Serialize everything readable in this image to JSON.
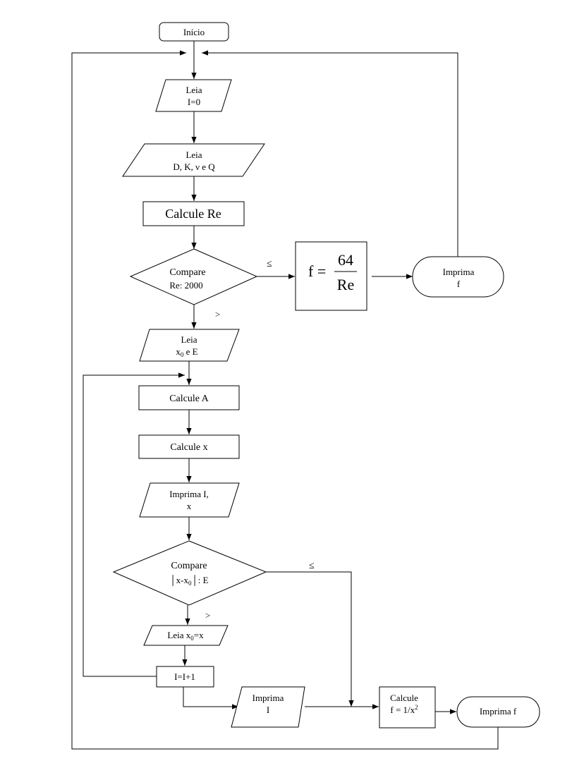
{
  "nodes": {
    "start": "Início",
    "read_i": [
      "Leia",
      "I=0"
    ],
    "read_params": [
      "Leia",
      "D, K, ν e Q"
    ],
    "calc_re": "Calcule Re",
    "compare_re": [
      "Compare",
      "Re: 2000"
    ],
    "laminar_lhs": "f =",
    "laminar_num": "64",
    "laminar_den": "Re",
    "print_f_top": [
      "Imprima",
      "f"
    ],
    "read_x0": {
      "line1": "Leia",
      "x": "x",
      "sub": "0",
      "rest": " e E"
    },
    "calc_a": "Calcule A",
    "calc_x": "Calcule x",
    "print_ix": [
      "Imprima I,",
      "x"
    ],
    "compare_x": {
      "line1": "Compare",
      "pre": "│x-x",
      "sub": "0",
      "post": "│: E"
    },
    "assign_x0": {
      "pre": "Leia x",
      "sub": "0",
      "post": "=x"
    },
    "increment": "I=I+1",
    "print_i": [
      "Imprima",
      "I"
    ],
    "calc_f": {
      "line1": "Calcule",
      "pre": "f = 1/x",
      "sup": "2"
    },
    "print_f_bottom": "Imprima f"
  },
  "edge_labels": {
    "re_le": "≤",
    "re_gt": ">",
    "x_le": "≤",
    "x_gt": ">"
  }
}
